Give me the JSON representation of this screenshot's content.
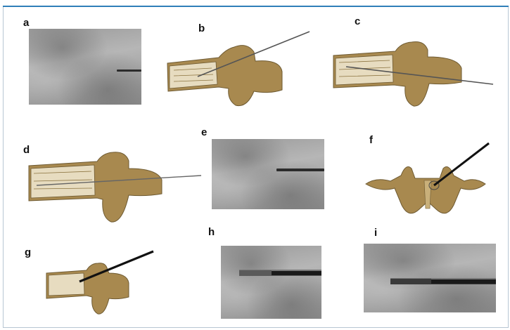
{
  "panels": {
    "a": {
      "label": "a"
    },
    "b": {
      "label": "b"
    },
    "c": {
      "label": "c"
    },
    "d": {
      "label": "d"
    },
    "e": {
      "label": "e"
    },
    "f": {
      "label": "f"
    },
    "g": {
      "label": "g"
    },
    "h": {
      "label": "h"
    },
    "i": {
      "label": "i"
    }
  },
  "colors": {
    "frame_accent": "#2f7fb8",
    "bone": "#a8894f",
    "cancellous": "#e7dcc0",
    "xray_gray": "#a5a5a5"
  }
}
